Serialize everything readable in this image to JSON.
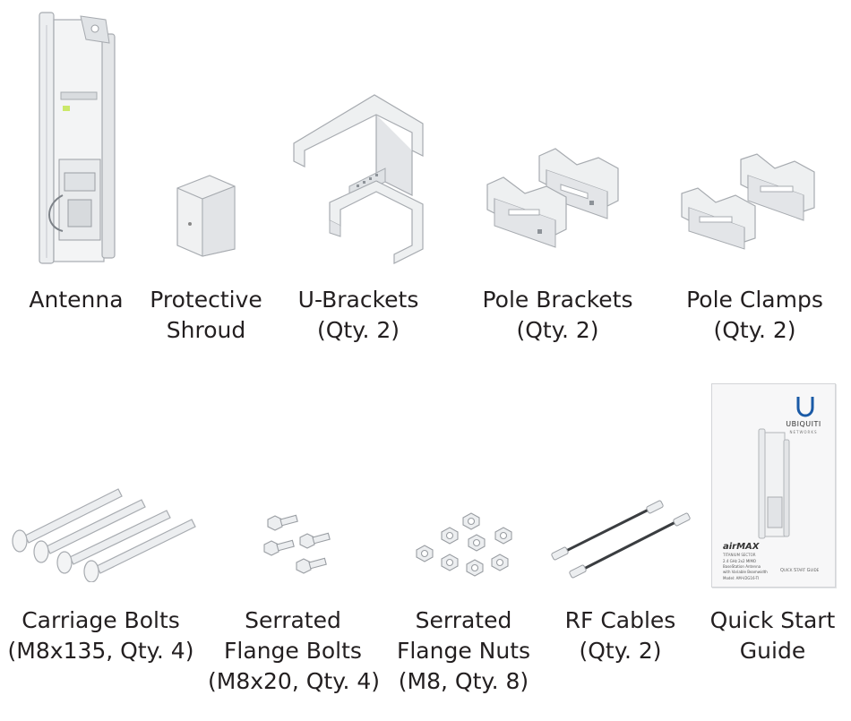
{
  "row1": [
    {
      "id": "antenna",
      "lines": [
        "Antenna"
      ]
    },
    {
      "id": "shroud",
      "lines": [
        "Protective",
        "Shroud"
      ]
    },
    {
      "id": "ubrackets",
      "lines": [
        "U-Brackets",
        "(Qty. 2)"
      ]
    },
    {
      "id": "polebrackets",
      "lines": [
        "Pole Brackets",
        "(Qty. 2)"
      ]
    },
    {
      "id": "poleclamps",
      "lines": [
        "Pole Clamps",
        "(Qty. 2)"
      ]
    }
  ],
  "row2": [
    {
      "id": "carriagebolts",
      "lines": [
        "Carriage Bolts",
        "(M8x135, Qty. 4)"
      ]
    },
    {
      "id": "flangebolts",
      "lines": [
        "Serrated",
        "Flange Bolts",
        "(M8x20, Qty. 4)"
      ]
    },
    {
      "id": "flangenuts",
      "lines": [
        "Serrated",
        "Flange Nuts",
        "(M8, Qty. 8)"
      ]
    },
    {
      "id": "rfcables",
      "lines": [
        "RF Cables",
        "(Qty. 2)"
      ]
    },
    {
      "id": "guide",
      "lines": [
        "Quick Start",
        "Guide"
      ]
    }
  ],
  "guide_cover": {
    "brand": "UBIQUITI",
    "brand_sub": "NETWORKS",
    "product": "airMAX",
    "product_sub": "TITANIUM SECTOR",
    "desc": [
      "2.4 GHz 2x2 MIMO",
      "BaseStation Antenna",
      "with Variable Beamwidth"
    ],
    "model": "Model: AM-V2G16-TI",
    "guide_title": "Quick Start Guide"
  }
}
